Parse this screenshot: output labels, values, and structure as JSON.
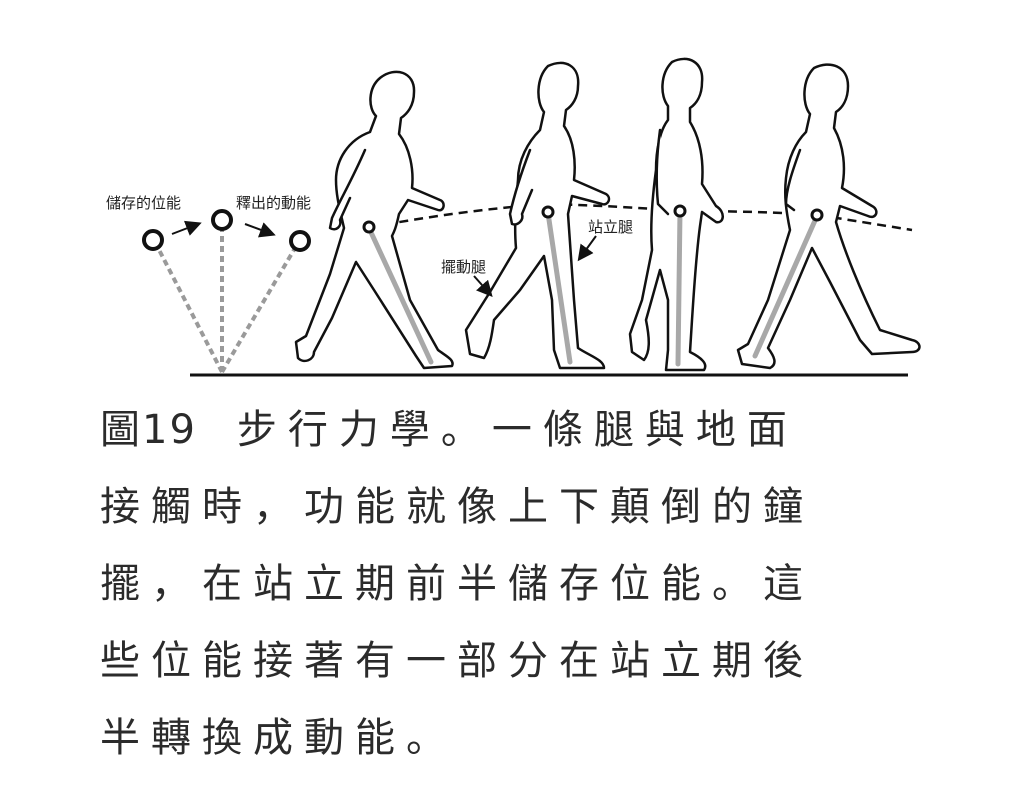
{
  "figure": {
    "labels": {
      "potential": "儲存的位能",
      "kinetic": "釋出的動能",
      "stance_leg": "站立腿",
      "swing_leg": "擺動腿"
    },
    "colors": {
      "line": "#111111",
      "leg_highlight": "#a8a8a8",
      "pendulum": "#9a9a9a"
    }
  },
  "caption": {
    "fig_number": "圖19",
    "text_line1": "步行力學。一條腿與地面",
    "line2": "接觸時，功能就像上下顛倒的鐘",
    "line3": "擺，在站立期前半儲存位能。這",
    "line4": "些位能接著有一部分在站立期後",
    "line5": "半轉換成動能。"
  }
}
